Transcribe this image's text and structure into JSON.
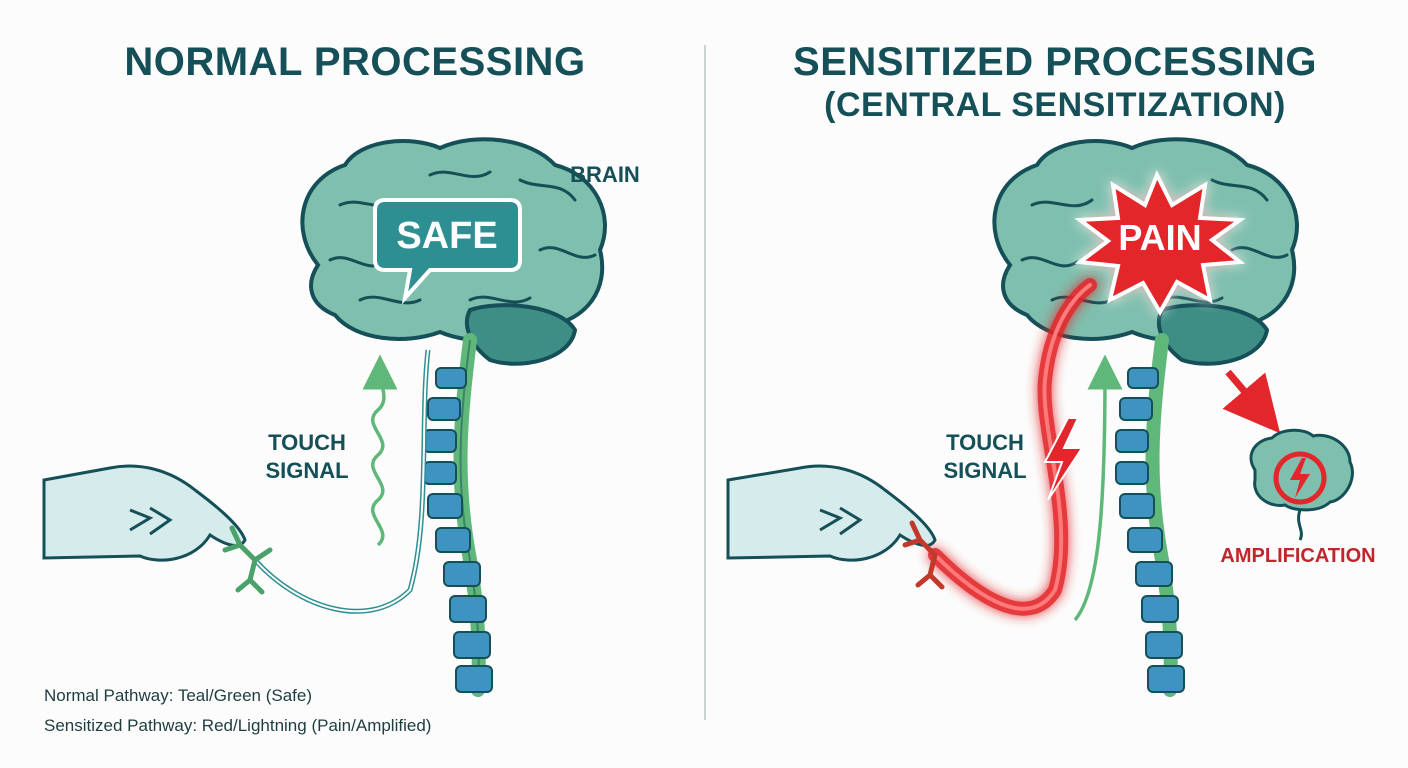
{
  "left_panel": {
    "title": "NORMAL PROCESSING",
    "brain_label": "BRAIN",
    "bubble_text": "SAFE",
    "signal_label_line1": "TOUCH",
    "signal_label_line2": "SIGNAL"
  },
  "right_panel": {
    "title_line1": "SENSITIZED PROCESSING",
    "title_line2": "(CENTRAL SENSITIZATION)",
    "burst_text": "PAIN",
    "signal_label_line1": "TOUCH",
    "signal_label_line2": "SIGNAL",
    "amplification_label": "AMPLIFICATION"
  },
  "legend": {
    "line1": "Normal Pathway: Teal/Green (Safe)",
    "line2": "Sensitized Pathway: Red/Lightning (Pain/Amplified)"
  },
  "colors": {
    "teal_dark": "#154f57",
    "teal": "#2e8f93",
    "brain_fill": "#7fbfae",
    "green": "#5fb87a",
    "spine_blue": "#3f93c0",
    "pain_red": "#e3262b",
    "hand_fill": "#d6ecec"
  }
}
